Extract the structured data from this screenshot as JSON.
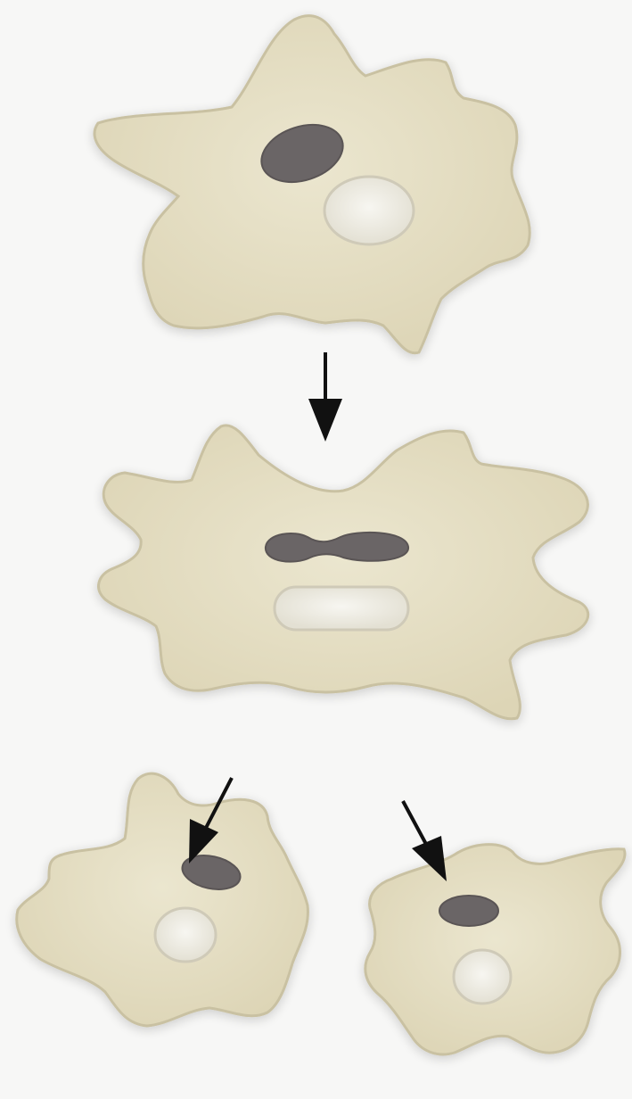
{
  "diagram": {
    "background_color": "#f7f7f6",
    "cell_fill": "#e6e0c6",
    "cell_edge": "#c9c1a2",
    "nucleus_fill": "#6b6566",
    "vacuole_fill": "#f2f1ea",
    "arrow_color": "#111111",
    "stages": [
      {
        "stage": "parent-cell",
        "parts": [
          "nucleus",
          "contractile-vacuole"
        ]
      },
      {
        "stage": "dividing-cell",
        "parts": [
          "dividing-nucleus",
          "elongated-vacuole"
        ]
      },
      {
        "stage": "daughter-cells",
        "count": 2,
        "parts": [
          "nucleus",
          "contractile-vacuole"
        ]
      }
    ],
    "arrows": 3
  }
}
